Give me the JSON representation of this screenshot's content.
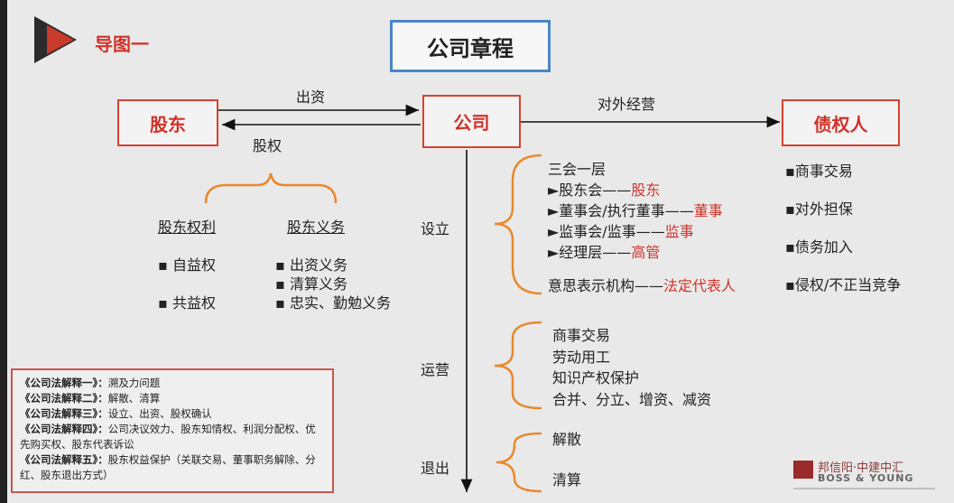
{
  "header": {
    "label": "导图一",
    "title": "公司章程"
  },
  "nodes": {
    "shareholder": "股东",
    "company": "公司",
    "creditor": "债权人"
  },
  "edges": {
    "invest": "出资",
    "equity": "股权",
    "external": "对外经营"
  },
  "shareholder_rights": {
    "title": "股东权利",
    "items": [
      "自益权",
      "共益权"
    ]
  },
  "shareholder_duties": {
    "title": "股东义务",
    "items": [
      "出资义务",
      "清算义务",
      "忠实、勤勉义务"
    ]
  },
  "stages": {
    "setup": {
      "label": "设立",
      "head": "三会一层",
      "items": [
        {
          "text": "►股东会——",
          "role": "股东"
        },
        {
          "text": "►董事会/执行董事——",
          "role": "董事"
        },
        {
          "text": "►监事会/监事——",
          "role": "监事"
        },
        {
          "text": "►经理层——",
          "role": "高管"
        }
      ],
      "agency": {
        "text": "意思表示机构——",
        "role": "法定代表人"
      }
    },
    "operate": {
      "label": "运营",
      "items": [
        "商事交易",
        "劳动用工",
        "知识产权保护",
        "合并、分立、增资、减资"
      ]
    },
    "exit": {
      "label": "退出",
      "items": [
        "解散",
        "清算"
      ]
    }
  },
  "creditor_items": [
    "▪商事交易",
    "▪对外担保",
    "▪债务加入",
    "▪侵权/不正当竞争"
  ],
  "legend": [
    {
      "title": "《公司法解释一》：",
      "text": "溯及力问题"
    },
    {
      "title": "《公司法解释二》：",
      "text": "解散、清算"
    },
    {
      "title": "《公司法解释三》：",
      "text": "设立、出资、股权确认"
    },
    {
      "title": "《公司法解释四》：",
      "text": "公司决议效力、股东知情权、利润分配权、优先购买权、股东代表诉讼"
    },
    {
      "title": "《公司法解释五》：",
      "text": "股东权益保护（关联交易、董事职务解除、分红、股东退出方式）"
    }
  ],
  "brand": {
    "cn": "邦信阳·中建中汇",
    "en": "BOSS & YOUNG"
  },
  "colors": {
    "accent": "#d0332a",
    "brace": "#e8892e",
    "title_border": "#4a86c8"
  }
}
